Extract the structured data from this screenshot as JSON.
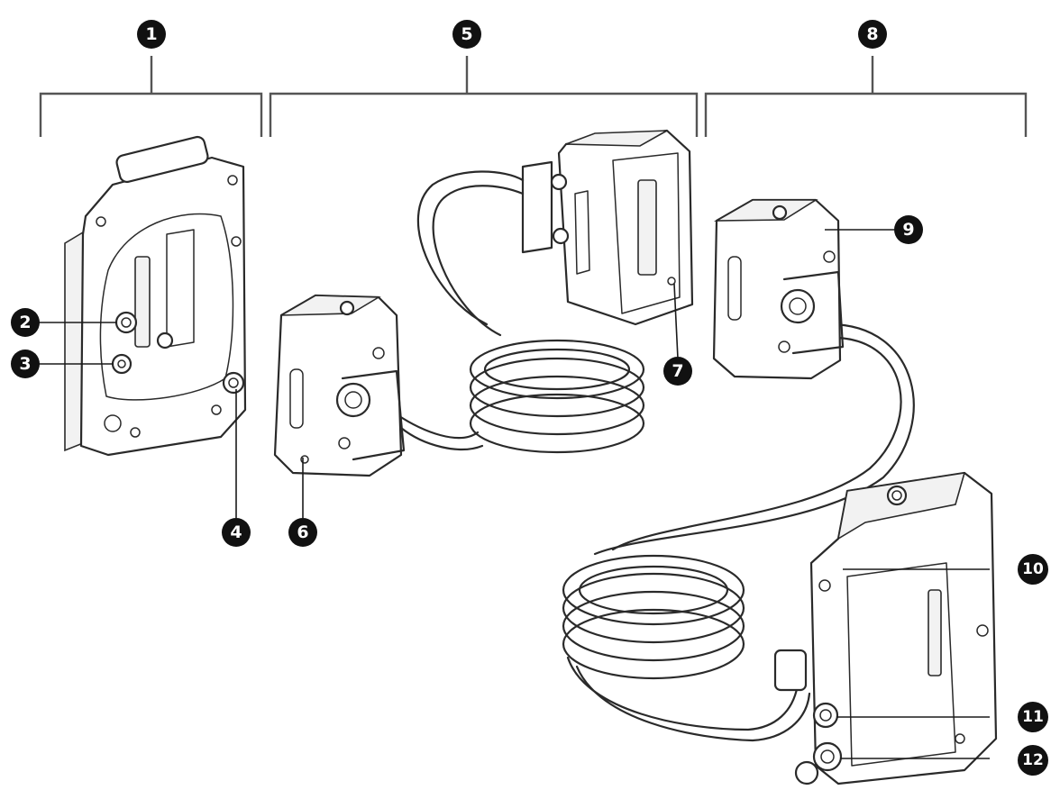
{
  "callouts": [
    {
      "id": "c1",
      "label": "1"
    },
    {
      "id": "c2",
      "label": "2"
    },
    {
      "id": "c3",
      "label": "3"
    },
    {
      "id": "c4",
      "label": "4"
    },
    {
      "id": "c5",
      "label": "5"
    },
    {
      "id": "c6",
      "label": "6"
    },
    {
      "id": "c7",
      "label": "7"
    },
    {
      "id": "c8",
      "label": "8"
    },
    {
      "id": "c9",
      "label": "9"
    },
    {
      "id": "c10",
      "label": "10"
    },
    {
      "id": "c11",
      "label": "11"
    },
    {
      "id": "c12",
      "label": "12"
    }
  ],
  "colors": {
    "callout_fill": "#111111",
    "callout_text": "#ffffff",
    "line": "#2a2a2a",
    "bracket": "#555555"
  }
}
